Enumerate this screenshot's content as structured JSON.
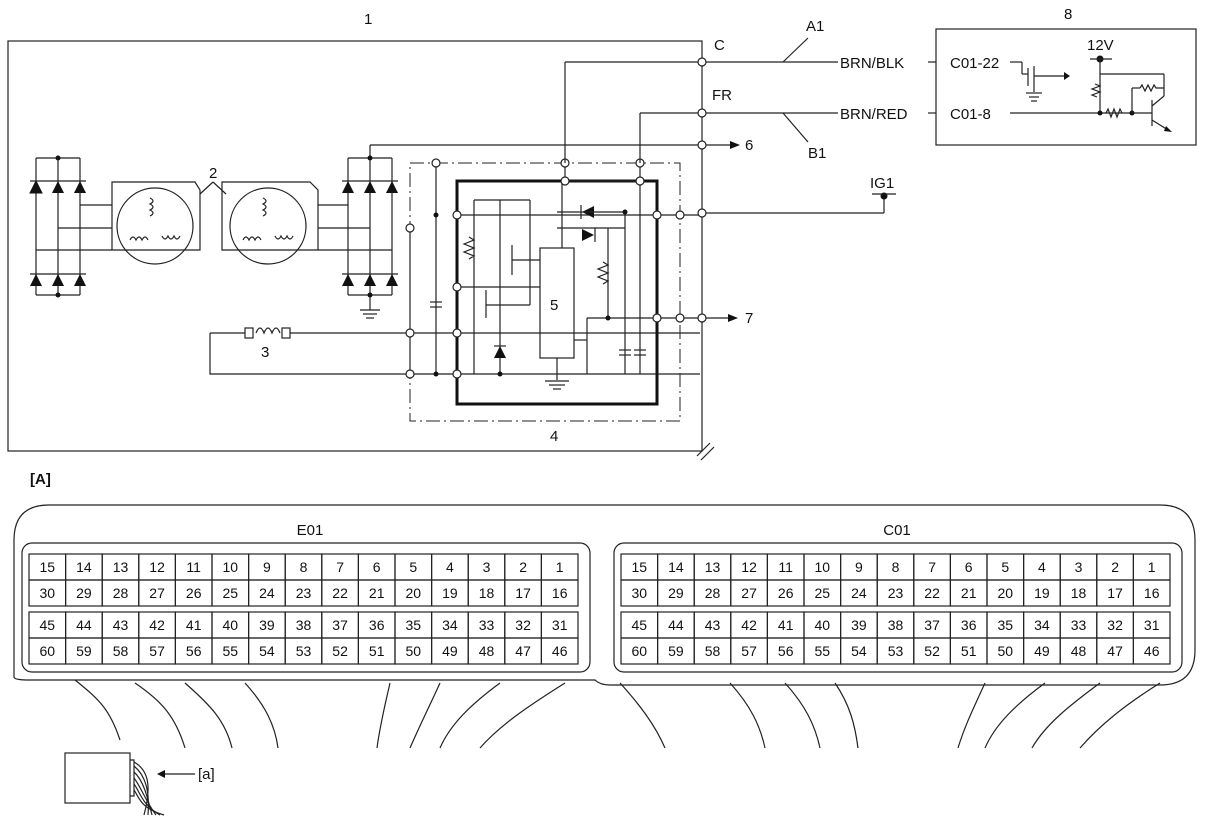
{
  "labels": {
    "n1": "1",
    "n2": "2",
    "n3": "3",
    "n4": "4",
    "n5": "5",
    "n6": "6",
    "n7": "7",
    "n8": "8",
    "c": "C",
    "fr": "FR",
    "a1": "A1",
    "b1": "B1",
    "ig1": "IG1",
    "brn_blk": "BRN/BLK",
    "brn_red": "BRN/RED",
    "c01_22": "C01-22",
    "c01_8": "C01-8",
    "v12": "12V",
    "section_a": "[A]",
    "a_bracket": "[a]"
  },
  "connectors": [
    {
      "title": "E01"
    },
    {
      "title": "C01"
    }
  ],
  "pin_rows": [
    [
      "15",
      "14",
      "13",
      "12",
      "11",
      "10",
      "9",
      "8",
      "7",
      "6",
      "5",
      "4",
      "3",
      "2",
      "1"
    ],
    [
      "30",
      "29",
      "28",
      "27",
      "26",
      "25",
      "24",
      "23",
      "22",
      "21",
      "20",
      "19",
      "18",
      "17",
      "16"
    ],
    [
      "45",
      "44",
      "43",
      "42",
      "41",
      "40",
      "39",
      "38",
      "37",
      "36",
      "35",
      "34",
      "33",
      "32",
      "31"
    ],
    [
      "60",
      "59",
      "58",
      "57",
      "56",
      "55",
      "54",
      "53",
      "52",
      "51",
      "50",
      "49",
      "48",
      "47",
      "46"
    ]
  ]
}
